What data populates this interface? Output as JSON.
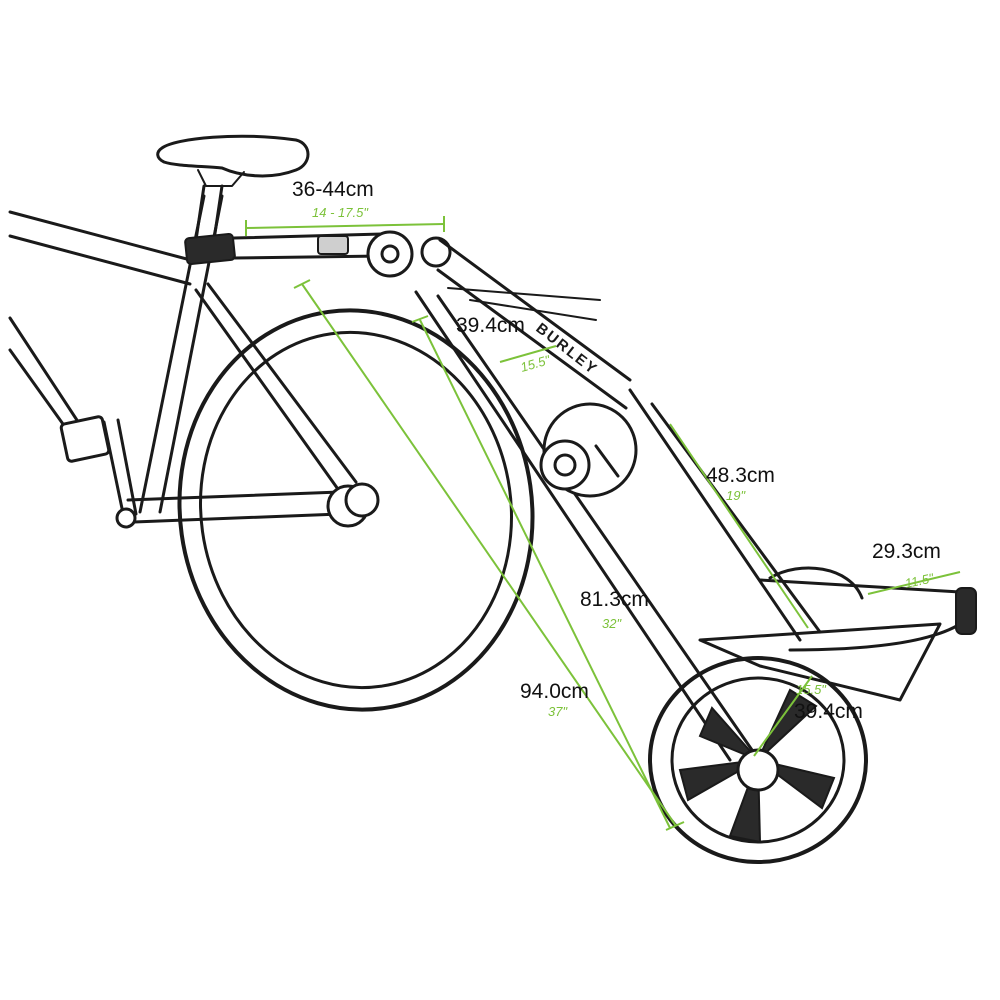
{
  "colors": {
    "dimension_line": "#7cc23a",
    "drawing_ink": "#1a1a1a"
  },
  "brand_text": "BURLEY",
  "dimensions": [
    {
      "id": "hitch-arm",
      "metric": "36-44cm",
      "imperial": "14 - 17.5\""
    },
    {
      "id": "frame-width-upper",
      "metric": "39.4cm",
      "imperial": "15.5\""
    },
    {
      "id": "seat-tube",
      "metric": "48.3cm",
      "imperial": "19\""
    },
    {
      "id": "handlebar-width",
      "metric": "29.3cm",
      "imperial": "11.5\""
    },
    {
      "id": "frame-length",
      "metric": "81.3cm",
      "imperial": "32\""
    },
    {
      "id": "overall-length",
      "metric": "94.0cm",
      "imperial": "37\""
    },
    {
      "id": "frame-width-lower",
      "metric": "39.4cm",
      "imperial": "15.5\""
    }
  ]
}
